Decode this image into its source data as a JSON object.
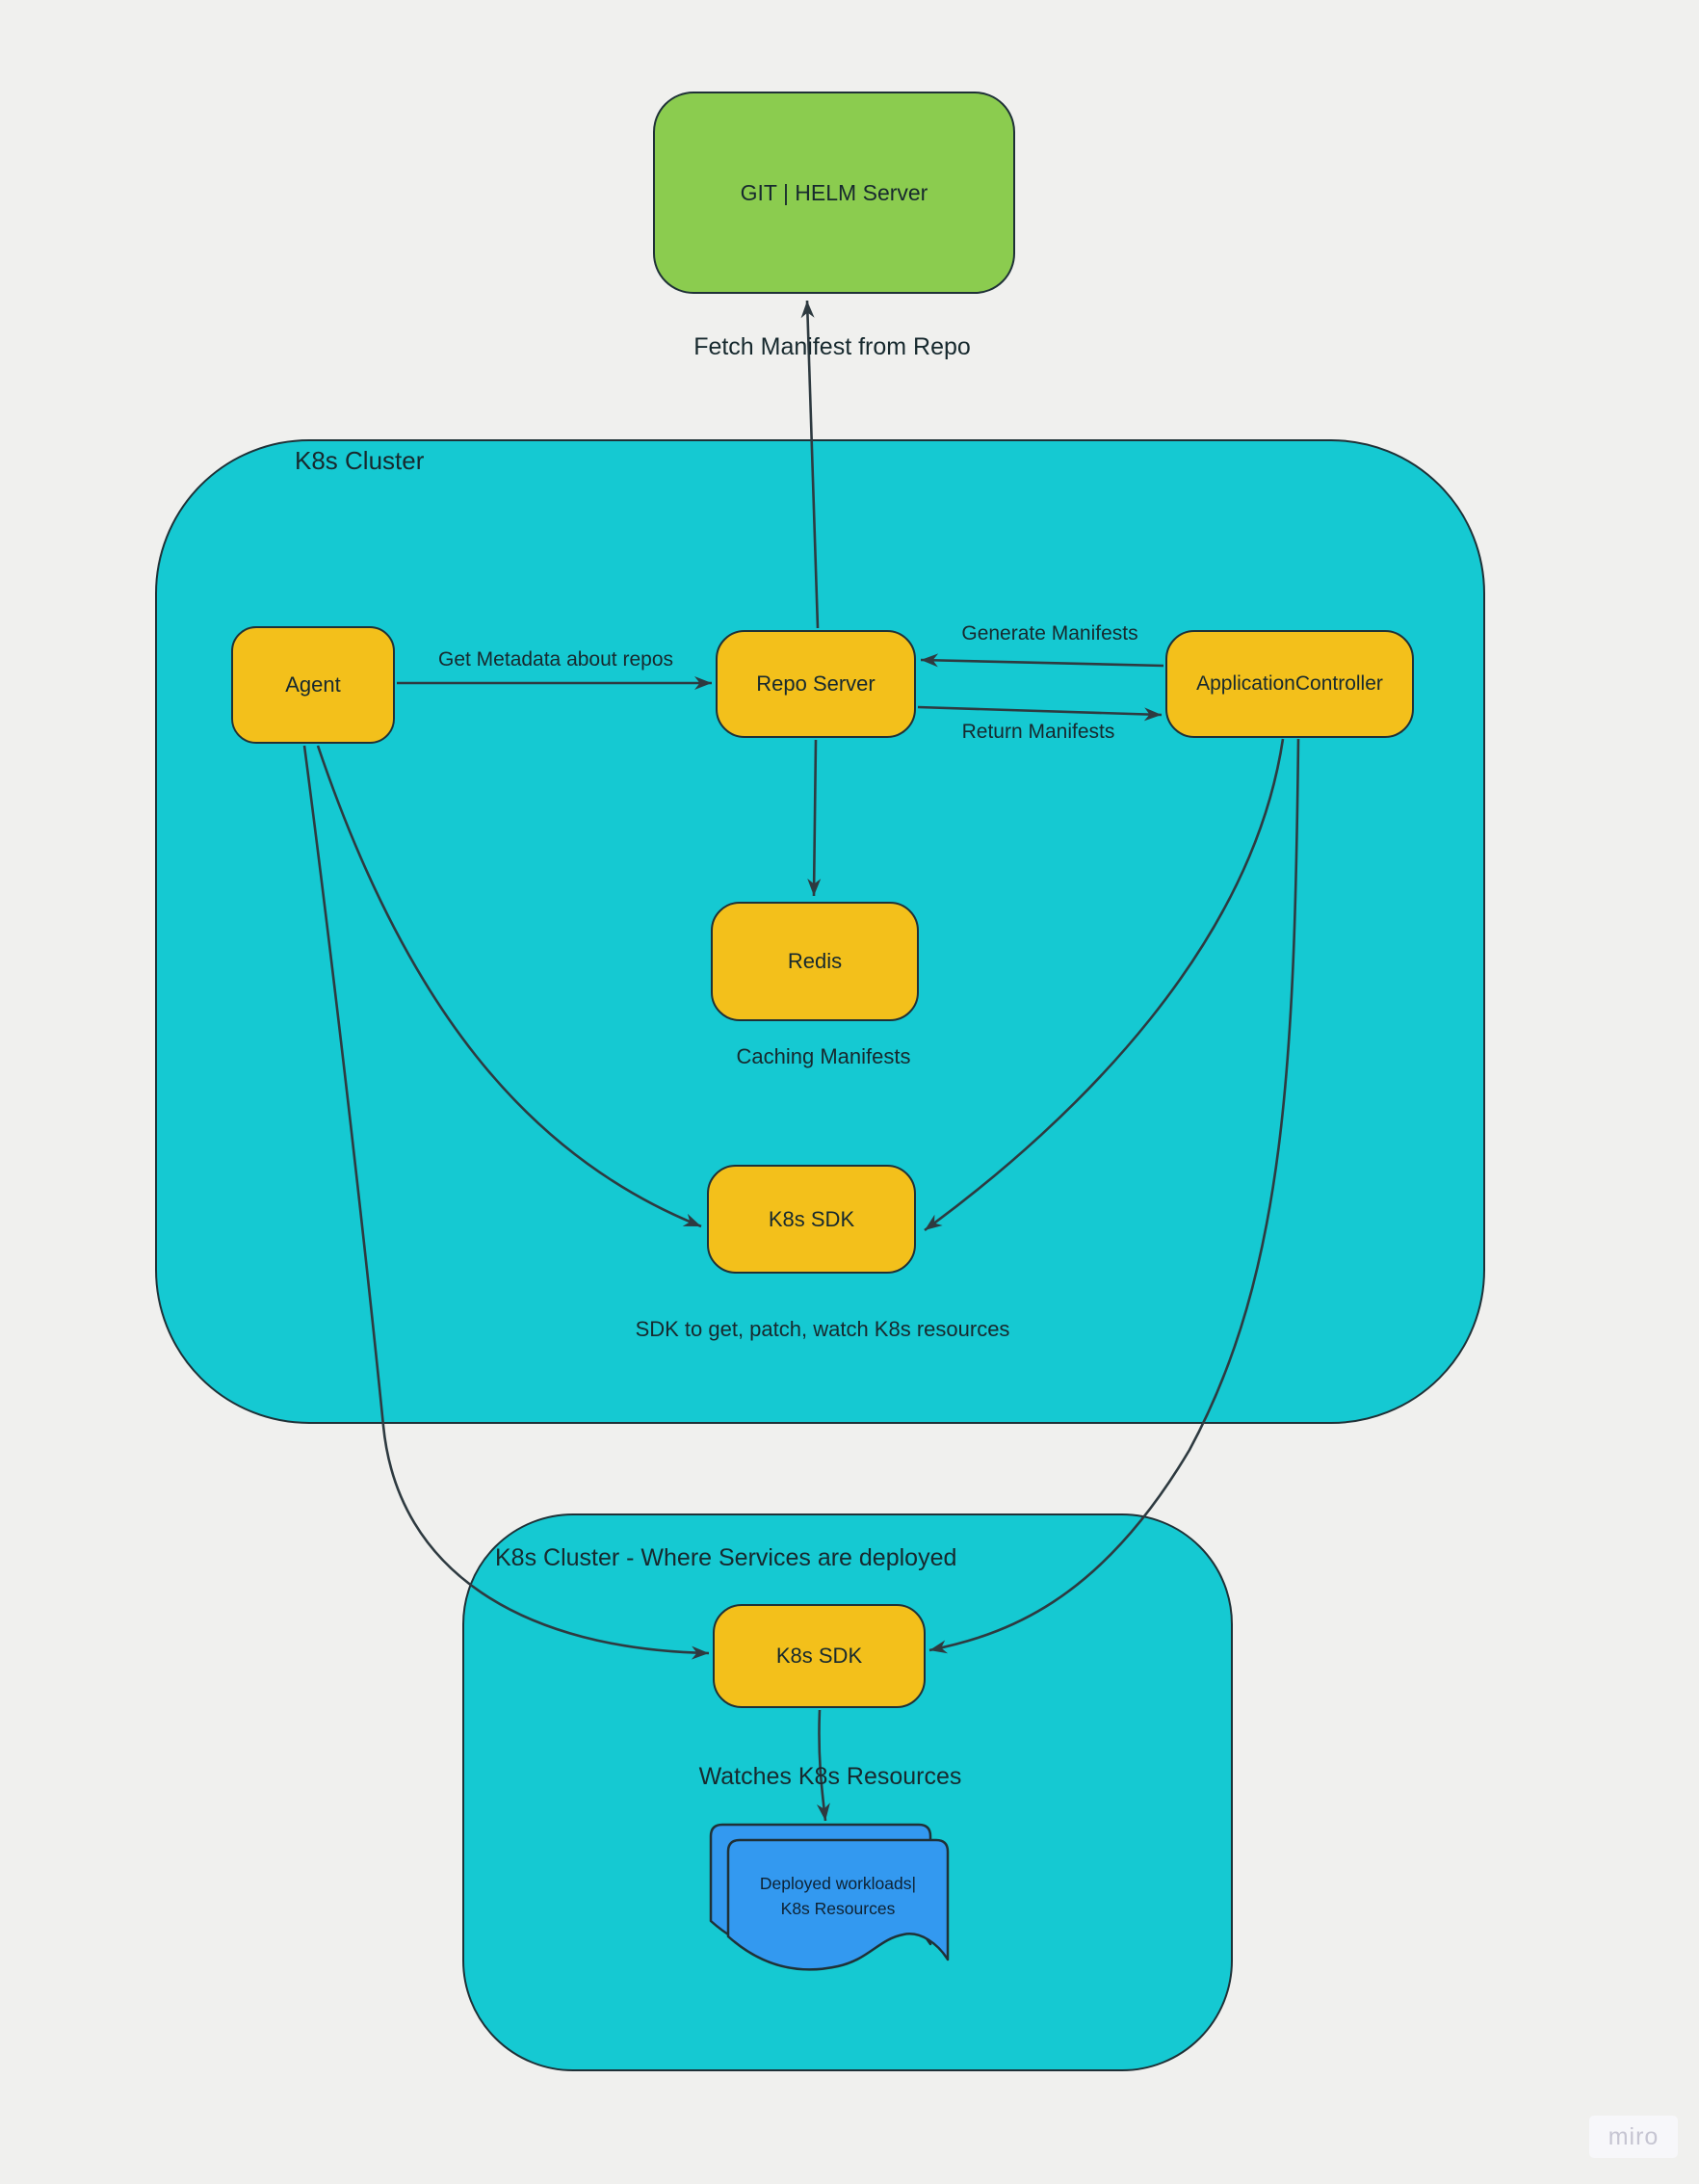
{
  "clusters": {
    "main": {
      "label": "K8s Cluster"
    },
    "services": {
      "label": "K8s Cluster - Where Services are deployed"
    }
  },
  "nodes": {
    "git_helm_server": {
      "label": "GIT | HELM Server"
    },
    "agent": {
      "label": "Agent"
    },
    "repo_server": {
      "label": "Repo Server"
    },
    "application_controller": {
      "label": "ApplicationController"
    },
    "redis": {
      "label": "Redis"
    },
    "k8s_sdk_main": {
      "label": "K8s SDK"
    },
    "k8s_sdk_services": {
      "label": "K8s SDK"
    },
    "deployed_workloads": {
      "line1": "Deployed workloads|",
      "line2": "K8s Resources"
    }
  },
  "edge_labels": {
    "fetch_manifest": "Fetch Manifest from Repo",
    "get_metadata": "Get Metadata about repos",
    "generate_manifests": "Generate Manifests",
    "return_manifests": "Return Manifests",
    "caching_manifests": "Caching Manifests",
    "sdk_purpose": "SDK to get, patch, watch K8s resources",
    "watches_resources": "Watches K8s Resources"
  },
  "watermark": {
    "label": "miro"
  },
  "colors": {
    "canvas_bg": "#F0F0EE",
    "cluster_fill": "#15C9D2",
    "node_fill": "#F3C01B",
    "git_fill": "#8BCC4F",
    "doc_fill": "#3399F0",
    "shape_border": "#1F3137",
    "connector": "#2E3A40",
    "text_dark": "#17292E",
    "watermark_bg": "#F7F7FA",
    "watermark_text": "#C6C5D2"
  }
}
